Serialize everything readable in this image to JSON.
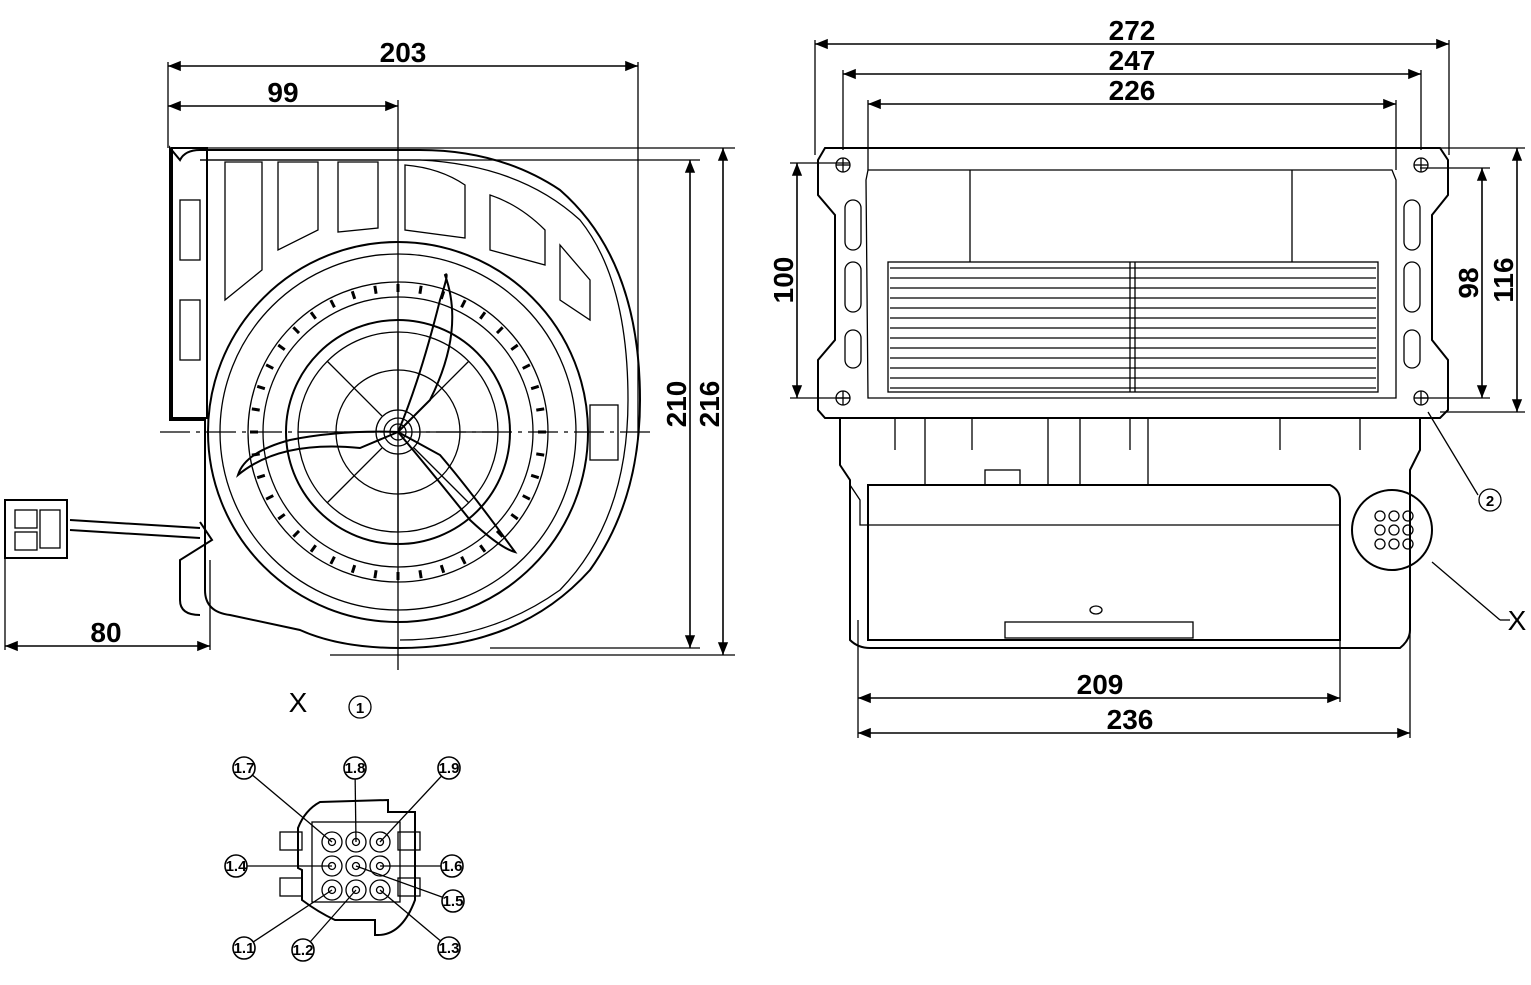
{
  "dimensions": {
    "front_width_total": "203",
    "front_to_axis": "99",
    "cable_length": "80",
    "front_height_inner": "210",
    "front_height_total": "216",
    "top_width_total": "272",
    "top_width_mid": "247",
    "top_width_inner": "226",
    "side_height_left": "100",
    "side_height_inner": "98",
    "side_height_total": "116",
    "bottom_width_inner": "209",
    "bottom_width_total": "236"
  },
  "detail": {
    "view_label": "X",
    "callout_1": "1",
    "callout_2": "2",
    "pins": [
      "1.7",
      "1.8",
      "1.9",
      "1.4",
      "1.6",
      "1.5",
      "1.1",
      "1.2",
      "1.3"
    ]
  }
}
